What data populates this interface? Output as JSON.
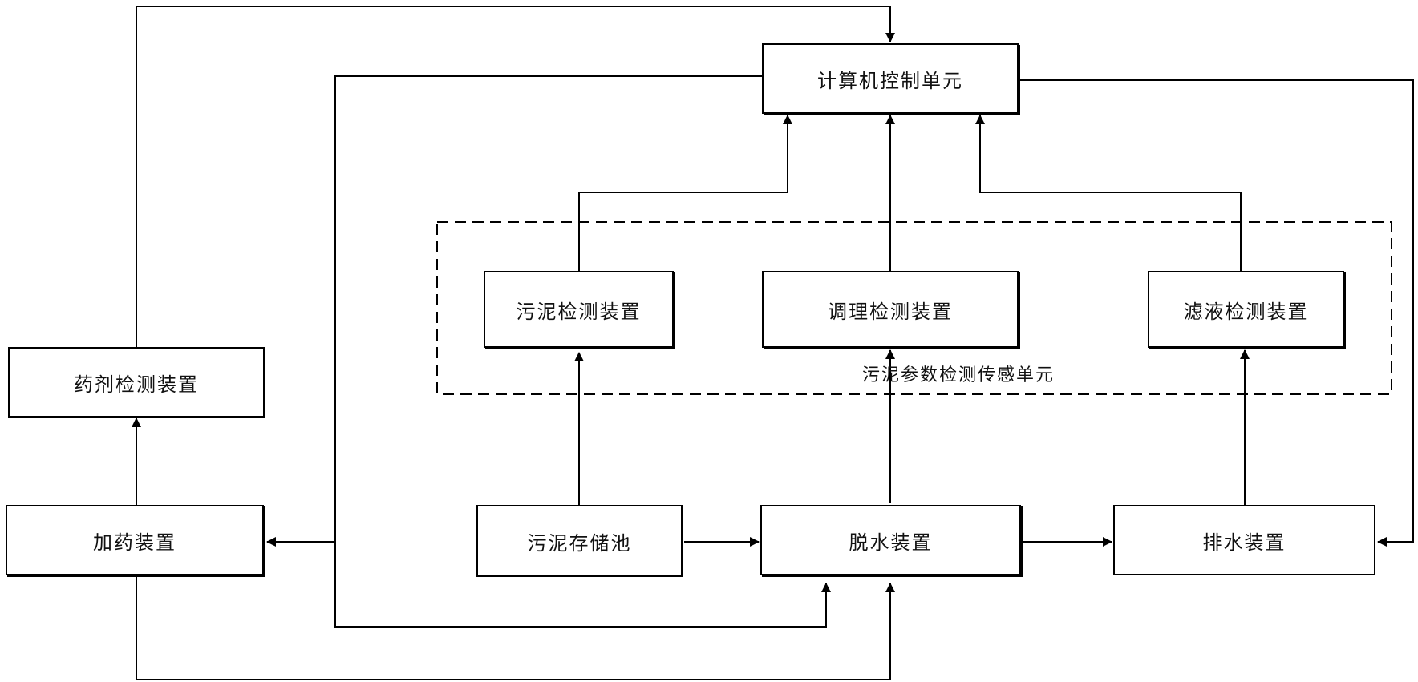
{
  "nodes": {
    "computer_control_unit": "计算机控制单元",
    "sludge_detect": "污泥检测装置",
    "conditioning_detect": "调理检测装置",
    "filtrate_detect": "滤液检测装置",
    "reagent_detect": "药剂检测装置",
    "dosing_device": "加药装置",
    "sludge_storage": "污泥存储池",
    "dewatering_device": "脱水装置",
    "drainage_device": "排水装置"
  },
  "group": {
    "sensor_unit_label": "污泥参数检测传感单元"
  }
}
